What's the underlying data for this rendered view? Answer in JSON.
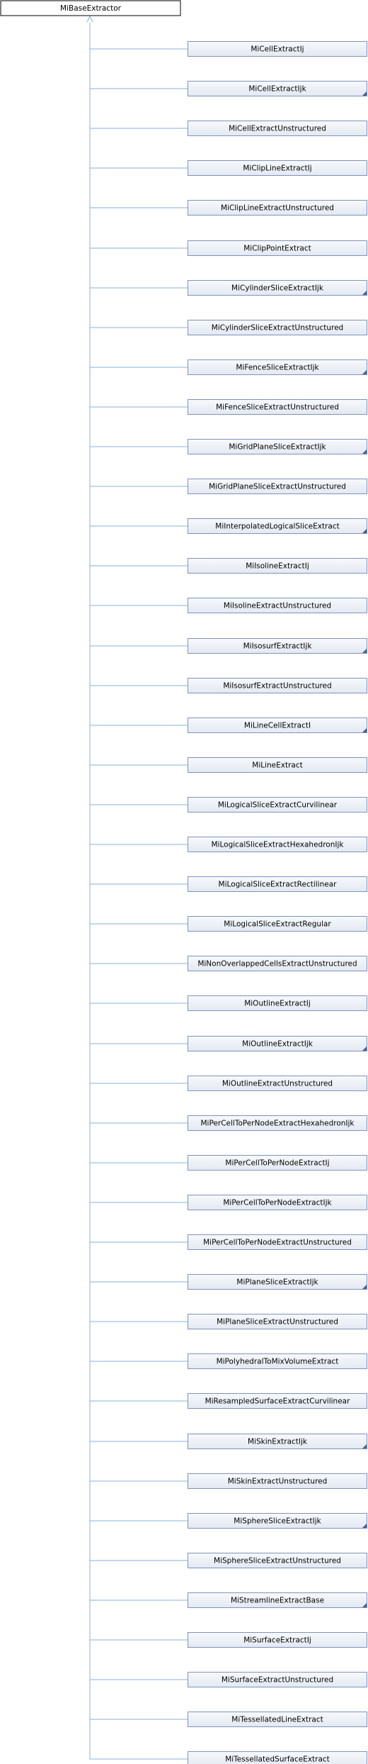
{
  "root": {
    "label": "MiBaseExtractor"
  },
  "colors": {
    "root_fill": "#ffffff",
    "root_border": "#000000",
    "node_fill_top": "#f7f9fc",
    "node_fill_bottom": "#e3e9f2",
    "node_border": "#8192b8",
    "edge": "#8ab0d8",
    "marker": "#4b5f8e"
  },
  "nodes": [
    {
      "label": "MiCellExtractIj",
      "has_children": false
    },
    {
      "label": "MiCellExtractIjk",
      "has_children": true
    },
    {
      "label": "MiCellExtractUnstructured",
      "has_children": false
    },
    {
      "label": "MiClipLineExtractIj",
      "has_children": false
    },
    {
      "label": "MiClipLineExtractUnstructured",
      "has_children": false
    },
    {
      "label": "MiClipPointExtract",
      "has_children": false
    },
    {
      "label": "MiCylinderSliceExtractIjk",
      "has_children": true
    },
    {
      "label": "MiCylinderSliceExtractUnstructured",
      "has_children": false
    },
    {
      "label": "MiFenceSliceExtractIjk",
      "has_children": true
    },
    {
      "label": "MiFenceSliceExtractUnstructured",
      "has_children": false
    },
    {
      "label": "MiGridPlaneSliceExtractIjk",
      "has_children": true
    },
    {
      "label": "MiGridPlaneSliceExtractUnstructured",
      "has_children": false
    },
    {
      "label": "MiInterpolatedLogicalSliceExtract",
      "has_children": true
    },
    {
      "label": "MiIsolineExtractIj",
      "has_children": false
    },
    {
      "label": "MiIsolineExtractUnstructured",
      "has_children": false
    },
    {
      "label": "MiIsosurfExtractIjk",
      "has_children": true
    },
    {
      "label": "MiIsosurfExtractUnstructured",
      "has_children": false
    },
    {
      "label": "MiLineCellExtractI",
      "has_children": true
    },
    {
      "label": "MiLineExtract",
      "has_children": false
    },
    {
      "label": "MiLogicalSliceExtractCurvilinear",
      "has_children": false
    },
    {
      "label": "MiLogicalSliceExtractHexahedronIjk",
      "has_children": false
    },
    {
      "label": "MiLogicalSliceExtractRectilinear",
      "has_children": false
    },
    {
      "label": "MiLogicalSliceExtractRegular",
      "has_children": false
    },
    {
      "label": "MiNonOverlappedCellsExtractUnstructured",
      "has_children": false
    },
    {
      "label": "MiOutlineExtractIj",
      "has_children": false
    },
    {
      "label": "MiOutlineExtractIjk",
      "has_children": true
    },
    {
      "label": "MiOutlineExtractUnstructured",
      "has_children": false
    },
    {
      "label": "MiPerCellToPerNodeExtractHexahedronIjk",
      "has_children": false
    },
    {
      "label": "MiPerCellToPerNodeExtractIj",
      "has_children": false
    },
    {
      "label": "MiPerCellToPerNodeExtractIjk",
      "has_children": false
    },
    {
      "label": "MiPerCellToPerNodeExtractUnstructured",
      "has_children": false
    },
    {
      "label": "MiPlaneSliceExtractIjk",
      "has_children": true
    },
    {
      "label": "MiPlaneSliceExtractUnstructured",
      "has_children": false
    },
    {
      "label": "MiPolyhedralToMixVolumeExtract",
      "has_children": false
    },
    {
      "label": "MiResampledSurfaceExtractCurvilinear",
      "has_children": false
    },
    {
      "label": "MiSkinExtractIjk",
      "has_children": true
    },
    {
      "label": "MiSkinExtractUnstructured",
      "has_children": false
    },
    {
      "label": "MiSphereSliceExtractIjk",
      "has_children": true
    },
    {
      "label": "MiSphereSliceExtractUnstructured",
      "has_children": false
    },
    {
      "label": "MiStreamlineExtractBase",
      "has_children": true
    },
    {
      "label": "MiSurfaceExtractIj",
      "has_children": false
    },
    {
      "label": "MiSurfaceExtractUnstructured",
      "has_children": false
    },
    {
      "label": "MiTessellatedLineExtract",
      "has_children": false
    },
    {
      "label": "MiTessellatedSurfaceExtract",
      "has_children": false
    }
  ]
}
